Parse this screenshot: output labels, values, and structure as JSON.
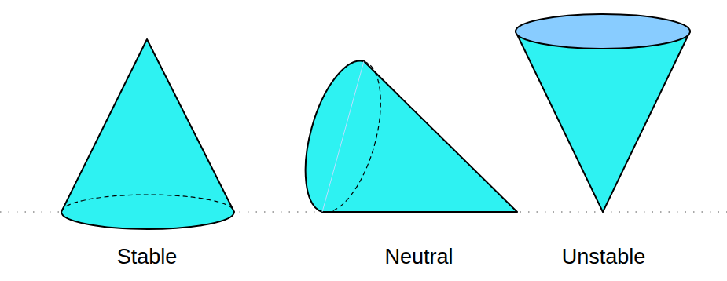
{
  "diagram": {
    "labels": [
      "Stable",
      "Neutral",
      "Unstable"
    ]
  }
}
